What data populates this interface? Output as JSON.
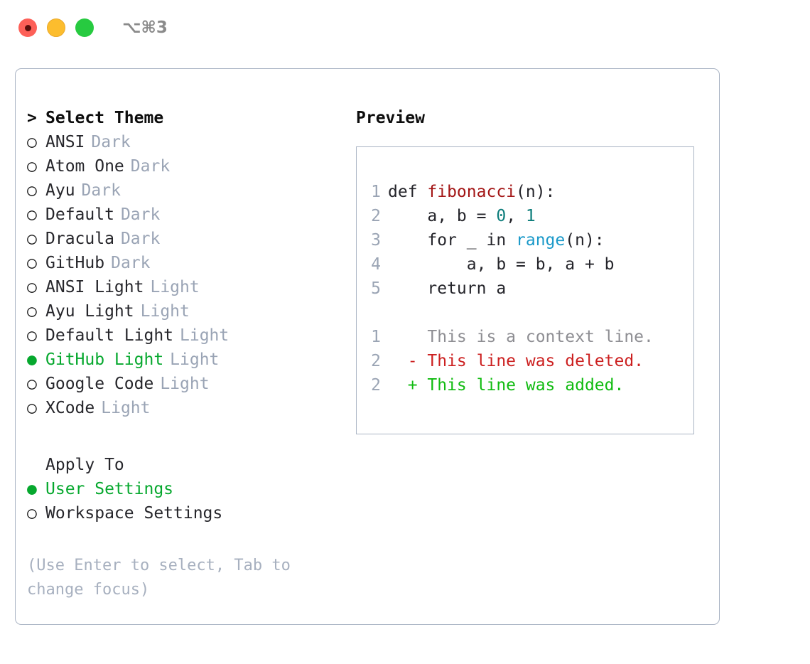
{
  "titlebar": {
    "shortcut": "⌥⌘3",
    "dots": [
      "close-red",
      "minimize-yellow",
      "maximize-green"
    ]
  },
  "theme_list": {
    "header_marker": ">",
    "header": "Select Theme",
    "items": [
      {
        "marker": "○",
        "name": "ANSI",
        "tag": "Dark",
        "selected": false
      },
      {
        "marker": "○",
        "name": "Atom One",
        "tag": "Dark",
        "selected": false
      },
      {
        "marker": "○",
        "name": "Ayu",
        "tag": "Dark",
        "selected": false
      },
      {
        "marker": "○",
        "name": "Default",
        "tag": "Dark",
        "selected": false
      },
      {
        "marker": "○",
        "name": "Dracula",
        "tag": "Dark",
        "selected": false
      },
      {
        "marker": "○",
        "name": "GitHub",
        "tag": "Dark",
        "selected": false
      },
      {
        "marker": "○",
        "name": "ANSI Light",
        "tag": "Light",
        "selected": false
      },
      {
        "marker": "○",
        "name": "Ayu Light",
        "tag": "Light",
        "selected": false
      },
      {
        "marker": "○",
        "name": "Default Light",
        "tag": "Light",
        "selected": false
      },
      {
        "marker": "●",
        "name": "GitHub Light",
        "tag": "Light",
        "selected": true
      },
      {
        "marker": "○",
        "name": "Google Code",
        "tag": "Light",
        "selected": false
      },
      {
        "marker": "○",
        "name": "XCode",
        "tag": "Light",
        "selected": false
      }
    ]
  },
  "apply_to": {
    "header": "Apply To",
    "items": [
      {
        "marker": "●",
        "name": "User Settings",
        "selected": true
      },
      {
        "marker": "○",
        "name": "Workspace Settings",
        "selected": false
      }
    ]
  },
  "hint": "(Use Enter to select, Tab to change focus)",
  "preview": {
    "title": "Preview",
    "code": [
      {
        "no": "1",
        "parts": [
          {
            "t": "def ",
            "c": "plain"
          },
          {
            "t": "fibonacci",
            "c": "fn"
          },
          {
            "t": "(n):",
            "c": "plain"
          }
        ]
      },
      {
        "no": "2",
        "parts": [
          {
            "t": "    a, b = ",
            "c": "plain"
          },
          {
            "t": "0",
            "c": "num"
          },
          {
            "t": ", ",
            "c": "plain"
          },
          {
            "t": "1",
            "c": "num"
          }
        ]
      },
      {
        "no": "3",
        "parts": [
          {
            "t": "    for _ in ",
            "c": "plain"
          },
          {
            "t": "range",
            "c": "call"
          },
          {
            "t": "(n):",
            "c": "plain"
          }
        ]
      },
      {
        "no": "4",
        "parts": [
          {
            "t": "        a, b = b, a + b",
            "c": "plain"
          }
        ]
      },
      {
        "no": "5",
        "parts": [
          {
            "t": "    return a",
            "c": "plain"
          }
        ]
      }
    ],
    "diff": [
      {
        "no": "1",
        "sign": " ",
        "text": "This is a context line.",
        "kind": "ctx"
      },
      {
        "no": "2",
        "sign": "-",
        "text": "This line was deleted.",
        "kind": "del"
      },
      {
        "no": "2",
        "sign": "+",
        "text": "This line was added.",
        "kind": "add"
      }
    ]
  },
  "colors": {
    "accent_green": "#06a82e",
    "muted": "#9aa4b5",
    "hint": "#a7b0bf",
    "border": "#aab4c4",
    "syntax_function": "#a31515",
    "syntax_number": "#0d7d7b",
    "syntax_call": "#1a99c9",
    "diff_deleted": "#cc2020",
    "diff_added": "#10bb10",
    "diff_context": "#8e8e93"
  }
}
